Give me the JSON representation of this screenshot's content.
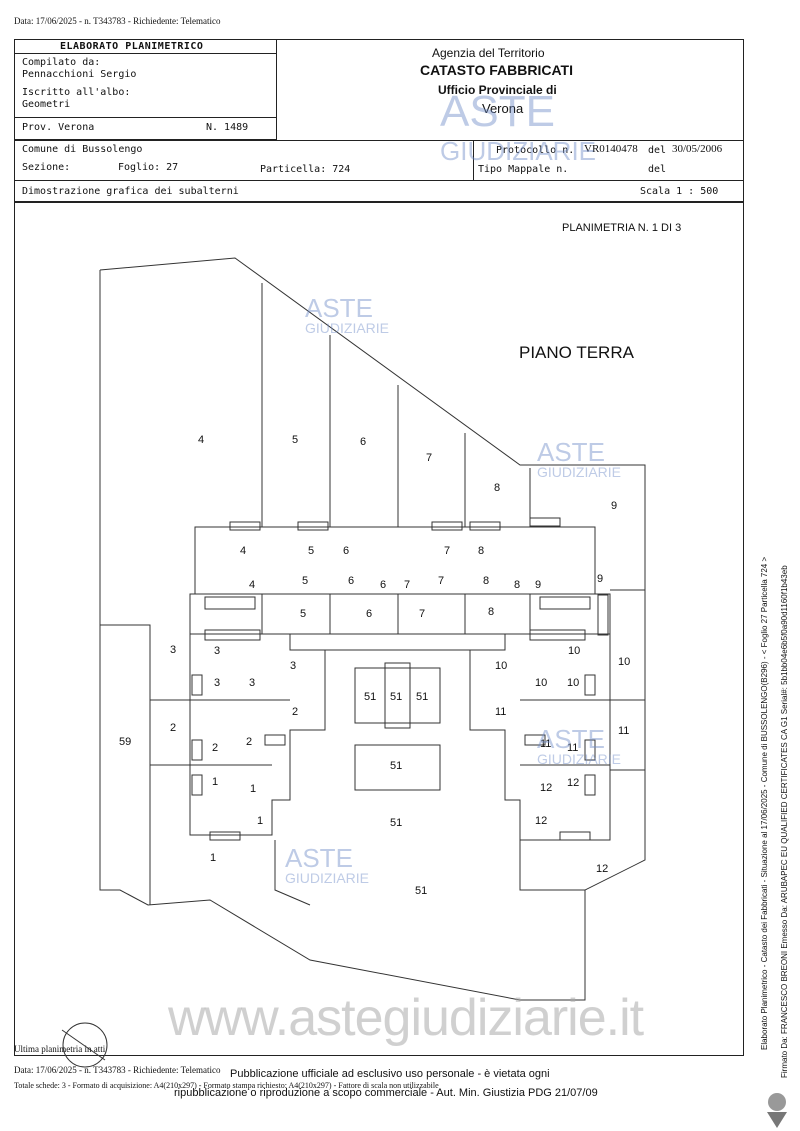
{
  "top_line": "Data: 17/06/2025 - n. T343783 - Richiedente: Telematico",
  "header": {
    "title": "ELABORATO PLANIMETRICO",
    "compilato_label": "Compilato da:",
    "compilato_name": "Pennacchioni Sergio",
    "iscritto_label": "Iscritto all'albo:",
    "iscritto_value": "Geometri",
    "prov": "Prov. Verona",
    "numero": "N.  1489",
    "agency_1": "Agenzia del Territorio",
    "agency_2": "CATASTO FABBRICATI",
    "agency_3": "Ufficio Provinciale di",
    "agency_4": "Verona",
    "comune": "Comune di Bussolengo",
    "sezione": "Sezione:",
    "foglio": "Foglio: 27",
    "particella": "Particella: 724",
    "protocollo_label": "Protocollo n.",
    "protocollo_value": "VR0140478",
    "del_label": "del",
    "del_value": "30/05/2006",
    "tipo_mappale": "Tipo Mappale n.",
    "del2": "del",
    "dimostrazione": "Dimostrazione grafica dei subalterni",
    "scala": "Scala 1 : 500"
  },
  "plan": {
    "planimetria": "PLANIMETRIA N. 1 DI 3",
    "piano": "PIANO TERRA",
    "labels": [
      "4",
      "5",
      "6",
      "7",
      "8",
      "9",
      "3",
      "2",
      "1",
      "59",
      "10",
      "11",
      "12",
      "51"
    ]
  },
  "watermarks": {
    "aste": "ASTE",
    "giudiziarie": "GIUDIZIARIE",
    "site": "www.astegiudiziarie.it"
  },
  "footer": {
    "ultima": "Ultima planimetria in atti",
    "line1": "Data: 17/06/2025 - n. T343783 - Richiedente: Telematico",
    "line2": "Totale schede: 3 - Formato di acquisizione: A4(210x297) - Formato stampa richiesto: A4(210x297) - Fattore di scala non utilizzabile",
    "pub1": "Pubblicazione ufficiale ad esclusivo uso personale - è vietata ogni",
    "pub2": "ripubblicazione o riproduzione a scopo commerciale - Aut. Min. Giustizia PDG 21/07/09"
  },
  "side_text": {
    "line1": "Elaborato Planimetrico - Catasto dei Fabbricati - Situazione al 17/06/2025 - Comune di BUSSOLENGO(B296) - < Foglio 27 Particella 724 >",
    "line2": "Firmato Da: FRANCESCO BREONI Emesso Da: ARUBAPEC EU QUALIFIED CERTIFICATES CA G1 Serial#: 5b1bb04e6b5f0a90d1160f1b43eb"
  }
}
